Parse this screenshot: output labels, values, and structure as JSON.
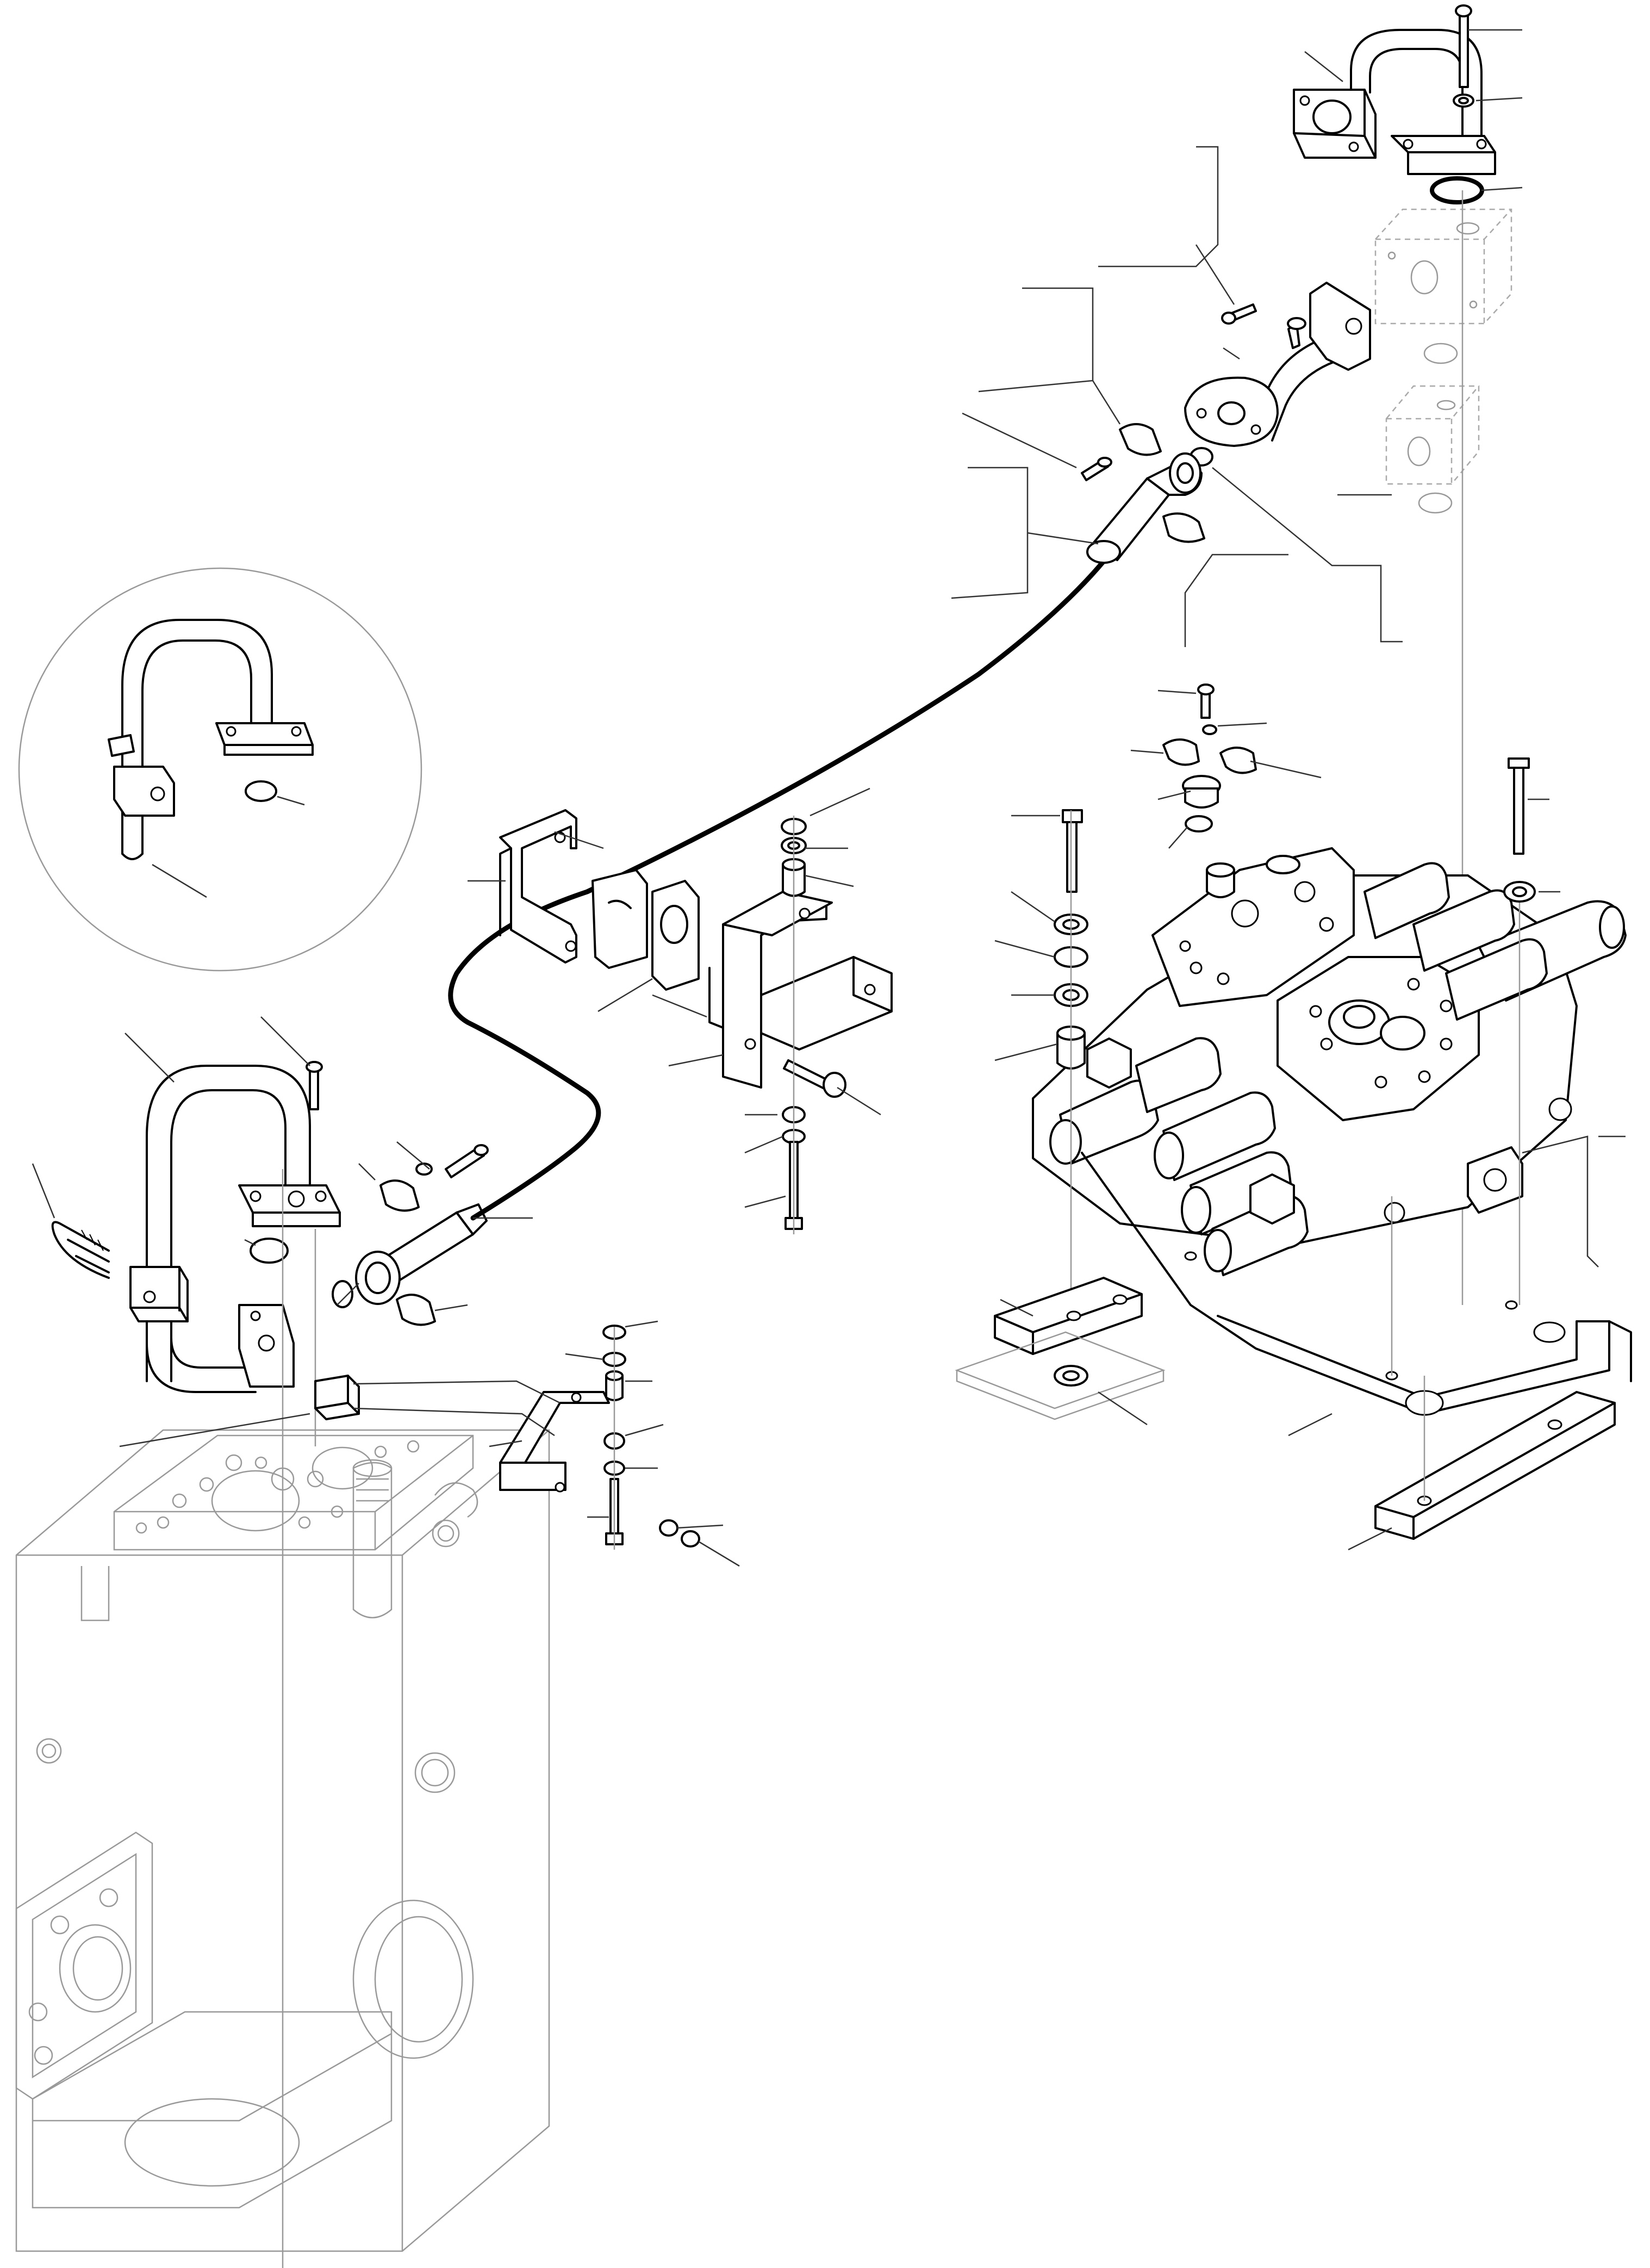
{
  "diagram": {
    "type": "exploded-parts-diagram",
    "colors": {
      "line": "#000000",
      "ghost": "#999999",
      "background": "#ffffff"
    },
    "parts": [
      "tank-housing",
      "main-pipe",
      "pipe-detail-circle",
      "flexible-hose",
      "control-valve-block",
      "mounting-plate",
      "upper-pipe",
      "elbow-pipe",
      "ghost-block-upper",
      "ghost-block-lower",
      "clamp-bracket",
      "support-bracket",
      "small-bracket",
      "fastener-stack",
      "spacer-plates"
    ]
  }
}
